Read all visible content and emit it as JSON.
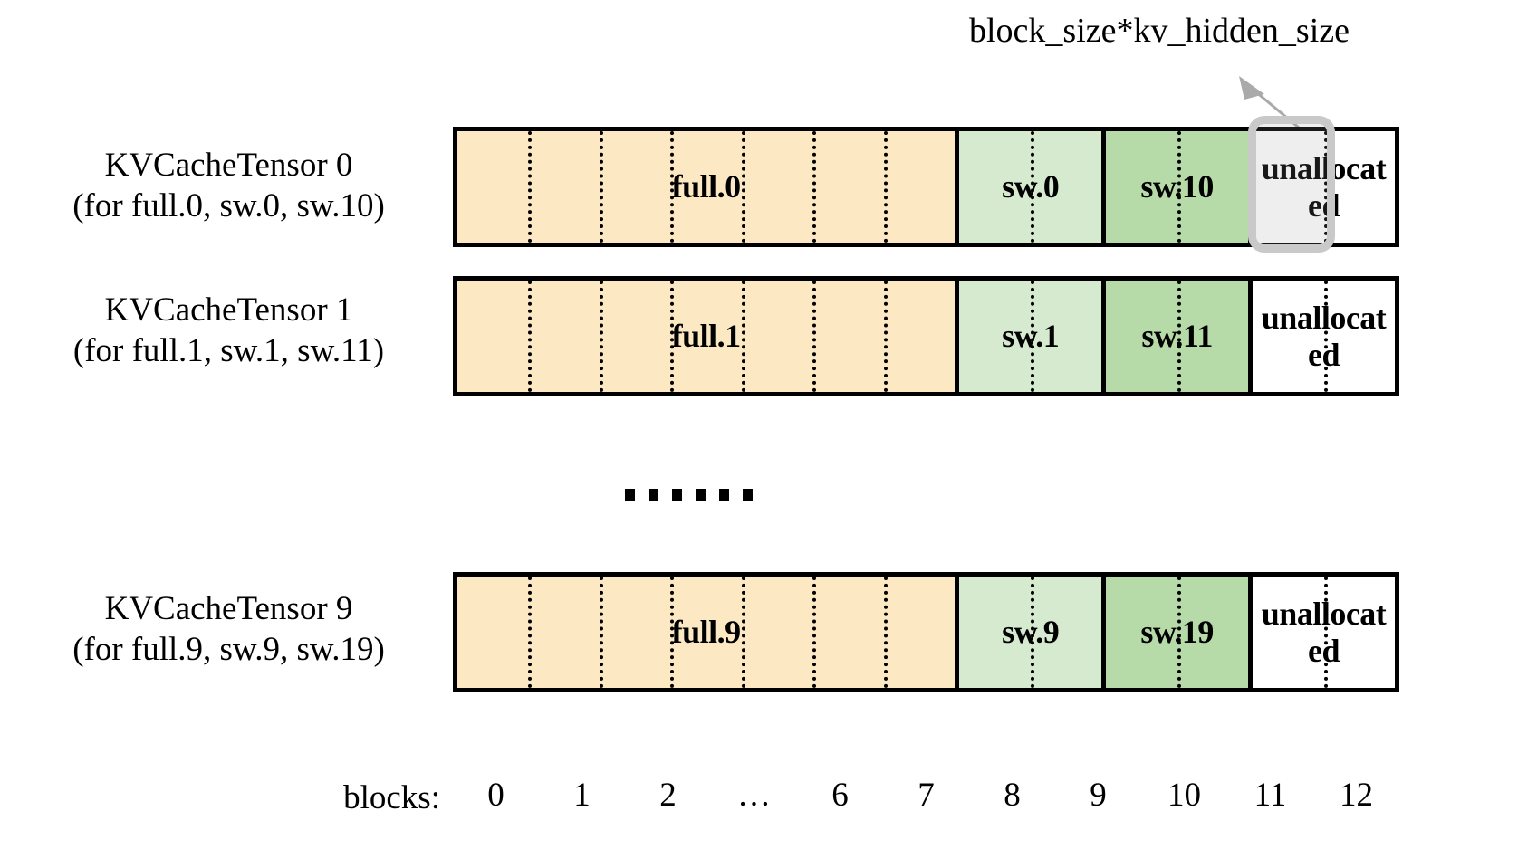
{
  "annotation": {
    "label": "block_size*kv_hidden_size",
    "arrow_icon": "arrow-up-right-icon",
    "arrow_color": "#aaaaaa",
    "highlight_color": "#c9c9c9",
    "highlight_target": "unallocated block 11 of KVCacheTensor 0"
  },
  "colors": {
    "full_fill": "#fce9c4",
    "sw_fill": "#d6ead0",
    "sw2_fill": "#b7dba8",
    "unallocated_fill": "#ffffff",
    "border": "#000000",
    "highlight": "#c9c9c9"
  },
  "rows": [
    {
      "label_line1": "KVCacheTensor 0",
      "label_line2": "(for full.0, sw.0, sw.10)",
      "segments": [
        {
          "text": "full.0",
          "blocks": 7,
          "fill": "full"
        },
        {
          "text": "sw.0",
          "blocks": 2,
          "fill": "sw"
        },
        {
          "text": "sw.10",
          "blocks": 2,
          "fill": "sw2"
        },
        {
          "text": "unallocated",
          "blocks": 2,
          "fill": "empty"
        }
      ]
    },
    {
      "label_line1": "KVCacheTensor 1",
      "label_line2": "(for full.1, sw.1, sw.11)",
      "segments": [
        {
          "text": "full.1",
          "blocks": 7,
          "fill": "full"
        },
        {
          "text": "sw.1",
          "blocks": 2,
          "fill": "sw"
        },
        {
          "text": "sw.11",
          "blocks": 2,
          "fill": "sw2"
        },
        {
          "text": "unallocated",
          "blocks": 2,
          "fill": "empty"
        }
      ]
    },
    {
      "label_line1": "KVCacheTensor 9",
      "label_line2": "(for full.9, sw.9, sw.19)",
      "segments": [
        {
          "text": "full.9",
          "blocks": 7,
          "fill": "full"
        },
        {
          "text": "sw.9",
          "blocks": 2,
          "fill": "sw"
        },
        {
          "text": "sw.19",
          "blocks": 2,
          "fill": "sw2"
        },
        {
          "text": "unallocated",
          "blocks": 2,
          "fill": "empty"
        }
      ]
    }
  ],
  "vertical_ellipsis": "……",
  "axis": {
    "caption": "blocks:",
    "ticks": [
      "0",
      "1",
      "2",
      "…",
      "6",
      "7",
      "8",
      "9",
      "10",
      "11",
      "12"
    ]
  }
}
